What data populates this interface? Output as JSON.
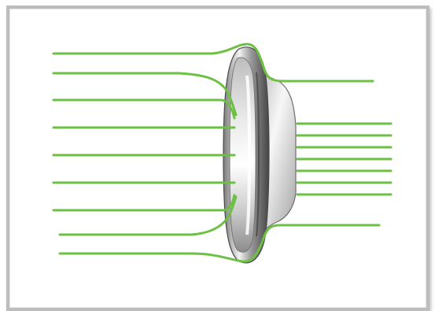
{
  "diagram": {
    "line_color": "#6cc043",
    "lens_body_color": "#cfcfcf",
    "lens_edge_color": "#555555",
    "incoming_line_count": 9,
    "outgoing_parallel_line_count": 7,
    "outgoing_deflected_line_count": 2
  }
}
